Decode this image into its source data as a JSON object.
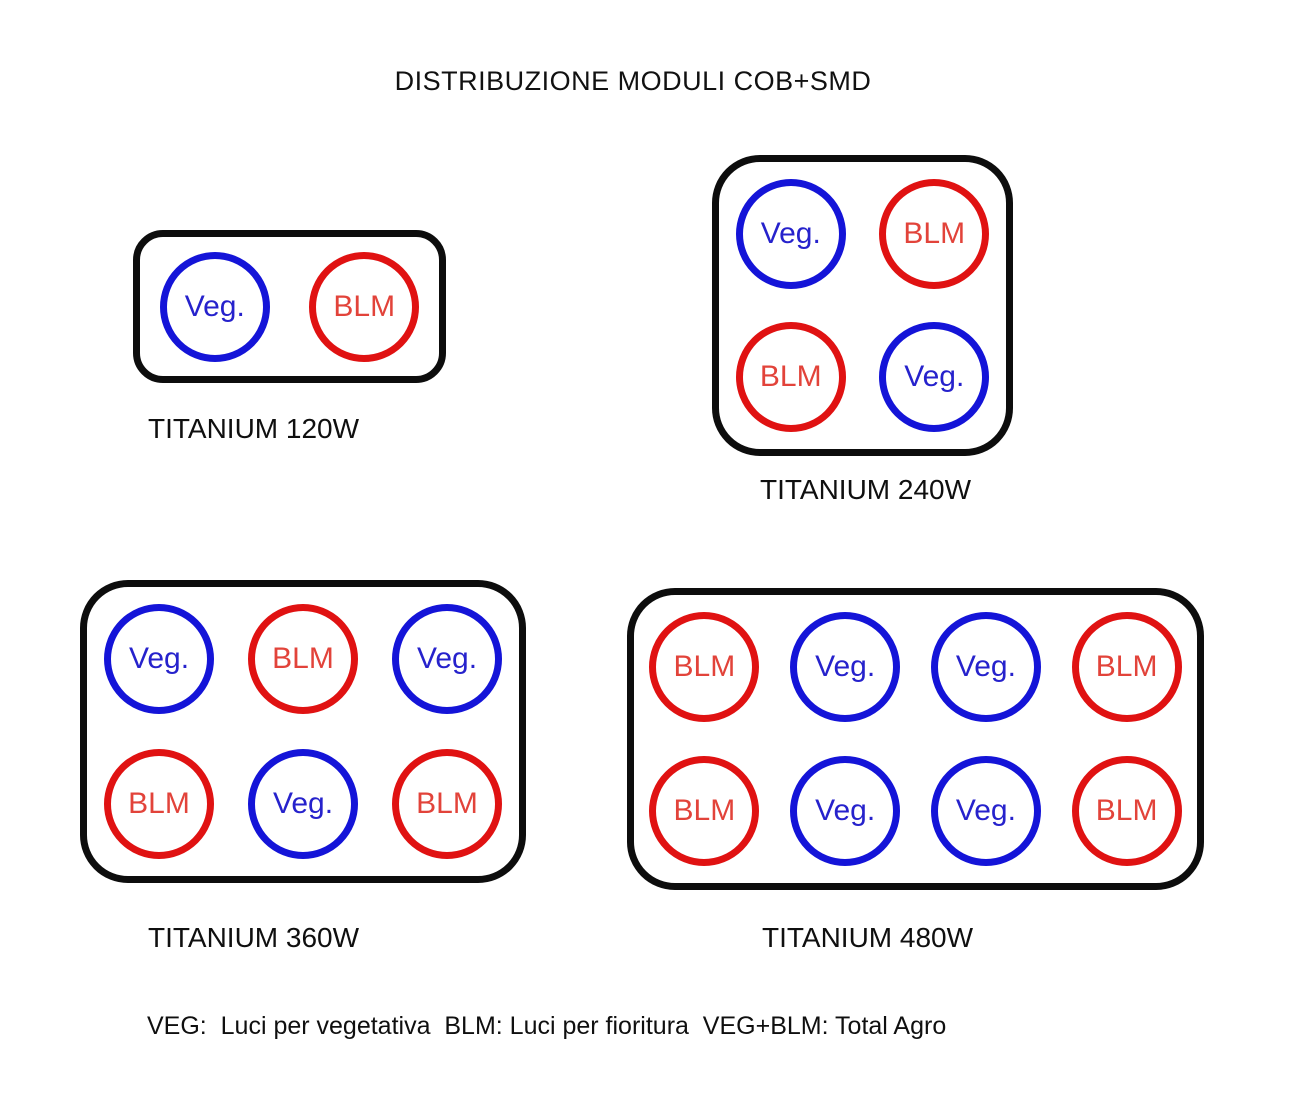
{
  "title": "DISTRIBUZIONE MODULI COB+SMD",
  "module_types": {
    "veg": {
      "label": "Veg.",
      "color": "#1414d8",
      "text_color": "#2622cc"
    },
    "blm": {
      "label": "BLM",
      "color": "#e01212",
      "text_color": "#e2433a"
    }
  },
  "panels": [
    {
      "name": "TITANIUM 120W",
      "grid": "1x2",
      "modules": [
        "veg",
        "blm"
      ]
    },
    {
      "name": "TITANIUM 240W",
      "grid": "2x2",
      "modules": [
        "veg",
        "blm",
        "blm",
        "veg"
      ]
    },
    {
      "name": "TITANIUM 360W",
      "grid": "2x3",
      "modules": [
        "veg",
        "blm",
        "veg",
        "blm",
        "veg",
        "blm"
      ]
    },
    {
      "name": "TITANIUM 480W",
      "grid": "2x4",
      "modules": [
        "blm",
        "veg",
        "veg",
        "blm",
        "blm",
        "veg",
        "veg",
        "blm"
      ]
    }
  ],
  "legend": {
    "text": "VEG:  Luci per vegetativa  BLM: Luci per fioritura  VEG+BLM: Total Agro"
  }
}
